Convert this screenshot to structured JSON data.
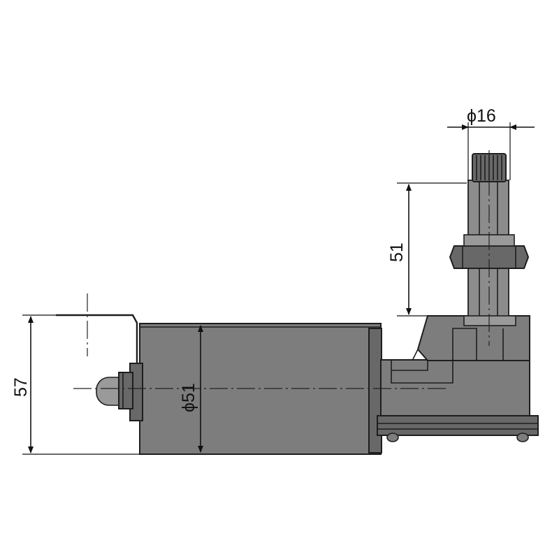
{
  "dimensions": {
    "shaft_diameter": "ϕ16",
    "shaft_length": "51",
    "body_diameter": "ϕ51",
    "overall_height": "57"
  },
  "colors": {
    "body": "#7d7d7d",
    "outline": "#1e1e1e",
    "background": "#ffffff"
  }
}
